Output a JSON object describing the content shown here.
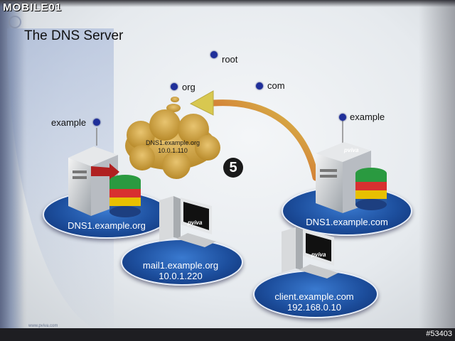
{
  "watermark": "MOBILE01",
  "slide": {
    "title": "The DNS Server",
    "footer_logo": "www.pviva.com"
  },
  "hierarchy": {
    "root_label": "root",
    "org_label": "org",
    "com_label": "com",
    "example_left_label": "example",
    "example_right_label": "example"
  },
  "cloud": {
    "line1": "DNS1.example.org",
    "line2": "10.0.1.110"
  },
  "step_number": "5",
  "servers": {
    "left_label": "DNS1.example.org",
    "right_label": "DNS1.example.com",
    "right_brand": "pviva"
  },
  "hosts": {
    "mail_name": "mail1.example.org",
    "mail_ip": "10.0.1.220",
    "mail_brand": "pviva",
    "client_name": "client.example.com",
    "client_ip": "192.168.0.10",
    "client_brand": "pviva"
  },
  "photo_id": "#53403",
  "colors": {
    "node_dot": "#1f2f9a",
    "ellipse_blue": "#1d4f9e",
    "cloud": "#c8a040",
    "arrow": "#c9b040",
    "db_stack": [
      "#e8c000",
      "#d83030",
      "#2a9a40"
    ]
  }
}
